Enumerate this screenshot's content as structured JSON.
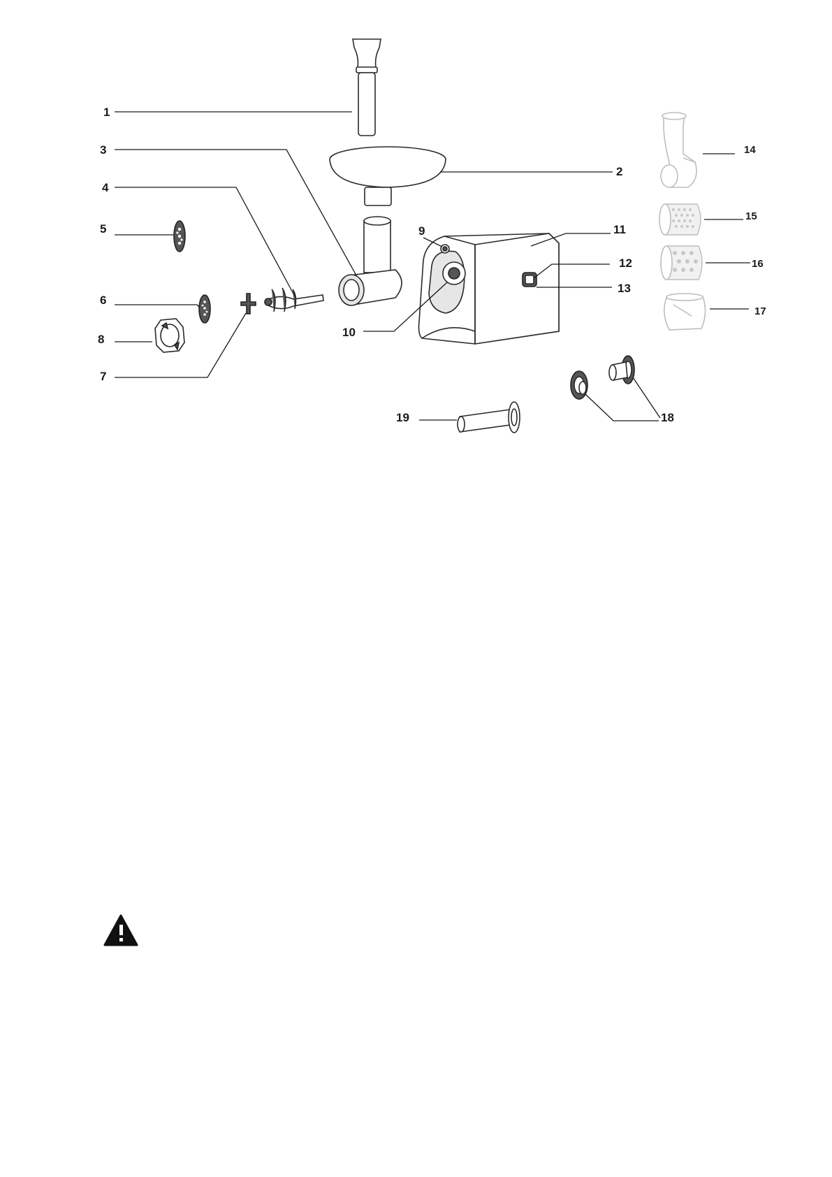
{
  "callouts": {
    "c1": "1",
    "c2": "2",
    "c3": "3",
    "c4": "4",
    "c5": "5",
    "c6": "6",
    "c7": "7",
    "c8": "8",
    "c9": "9",
    "c10": "10",
    "c11": "11",
    "c12": "12",
    "c13": "13",
    "c14": "14",
    "c15": "15",
    "c16": "16",
    "c17": "17",
    "c18": "18",
    "c19": "19"
  },
  "icons": {
    "warning": "warning-triangle-icon"
  }
}
